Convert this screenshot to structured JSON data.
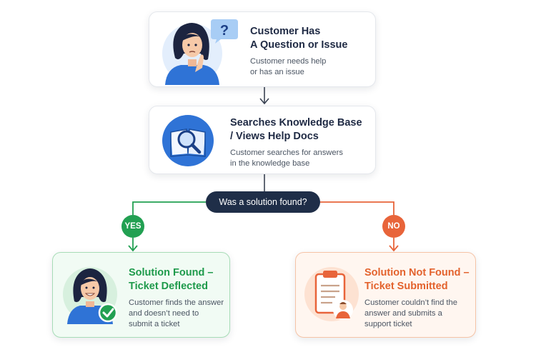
{
  "nodes": {
    "start": {
      "title": [
        "Customer Has",
        "A Question or Issue"
      ],
      "desc": [
        "Customer needs help",
        "or has an issue"
      ],
      "bubble_mark": "?"
    },
    "search": {
      "title": [
        "Searches Knowledge Base",
        "/ Views Help Docs"
      ],
      "desc": [
        "Customer searches for answers",
        "in the knowledge base"
      ]
    },
    "decision": {
      "label": "Was a solution found?"
    },
    "yes": {
      "branch_label": "YES",
      "title": [
        "Solution Found –",
        "Ticket Deflected"
      ],
      "desc": [
        "Customer finds the answer",
        "and doesn’t need to",
        "submit a ticket"
      ]
    },
    "no": {
      "branch_label": "NO",
      "title": [
        "Solution Not Found –",
        "Ticket Submitted"
      ],
      "desc": [
        "Customer couldn’t find the",
        "answer and submits a",
        "support ticket"
      ]
    }
  },
  "colors": {
    "navy": "#1f2e48",
    "yes_green": "#22a052",
    "no_orange": "#e8643a",
    "primary_blue": "#2f73d6"
  },
  "icons": {
    "start": "thinking-woman-icon",
    "bubble": "question-bubble-icon",
    "search": "book-magnifier-icon",
    "yes": "happy-woman-check-icon",
    "no": "clipboard-support-icon"
  }
}
